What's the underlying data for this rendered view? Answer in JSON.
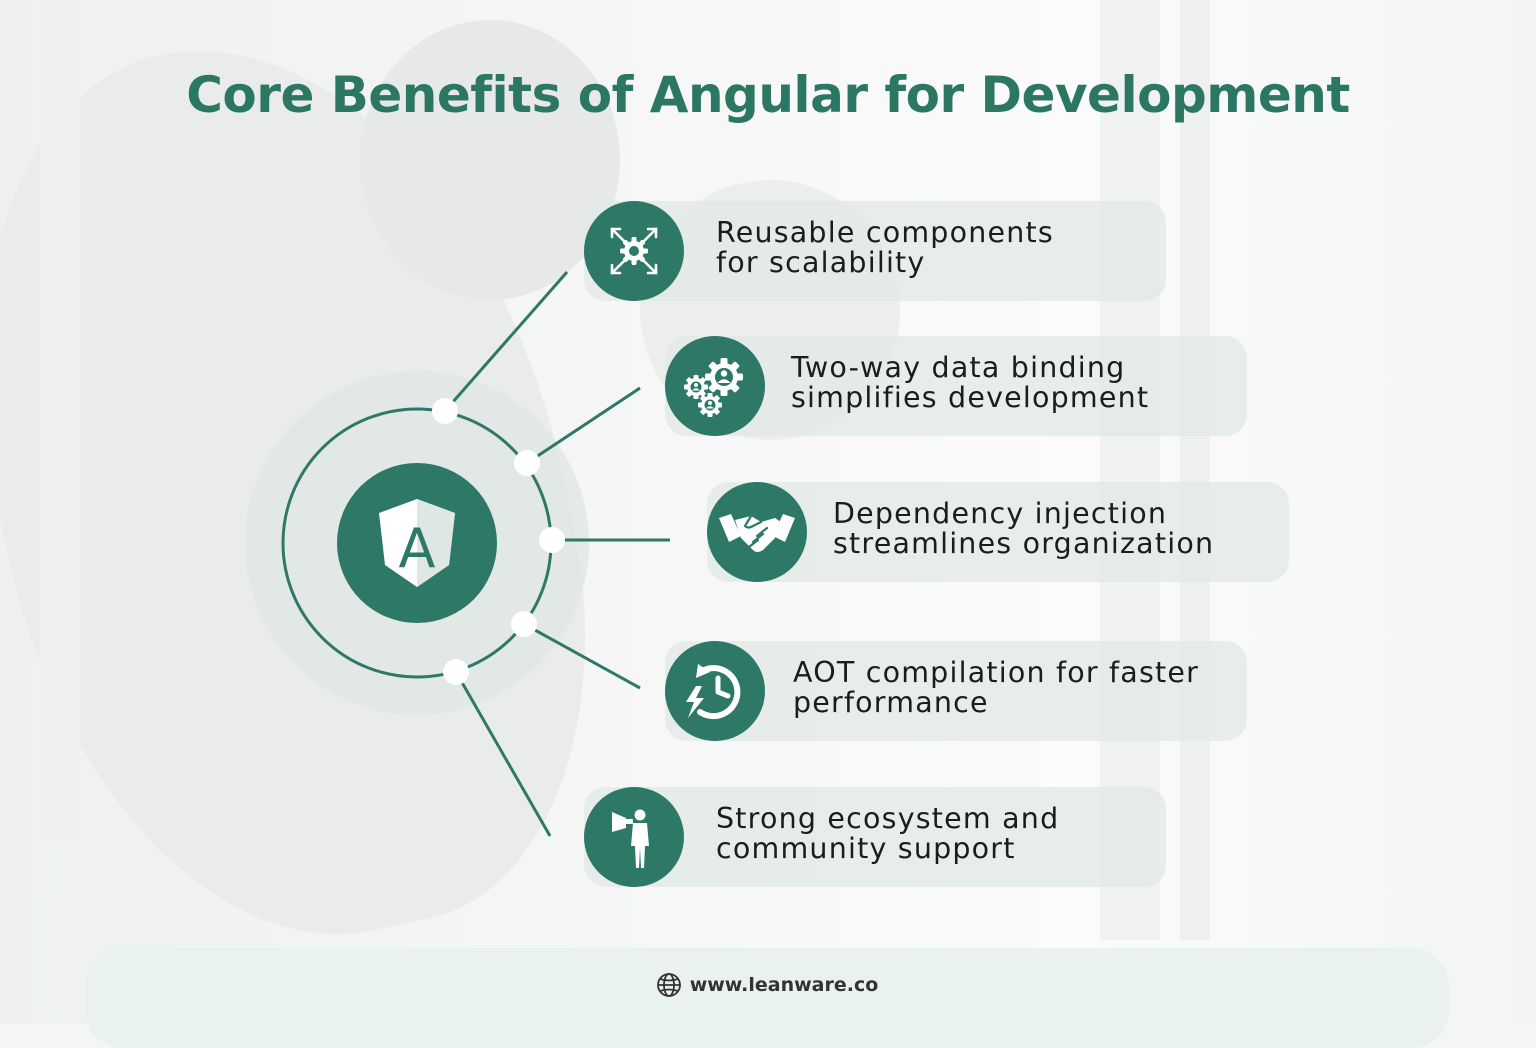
{
  "title": "Core Benefits of Angular for Development",
  "hub": {
    "icon": "angular-logo-icon",
    "letter": "A"
  },
  "benefits": [
    {
      "line1": "Reusable components",
      "line2": "for scalability",
      "icon": "expand-gear-icon"
    },
    {
      "line1": "Two-way data binding",
      "line2": "simplifies development",
      "icon": "gears-people-icon"
    },
    {
      "line1": "Dependency injection",
      "line2": "streamlines organization",
      "icon": "handshake-icon"
    },
    {
      "line1": "AOT compilation for faster",
      "line2": "performance",
      "icon": "clock-lightning-icon"
    },
    {
      "line1": "Strong ecosystem and",
      "line2": "community support",
      "icon": "megaphone-person-icon"
    }
  ],
  "footer": {
    "url": "www.leanware.co",
    "icon": "globe-icon"
  },
  "colors": {
    "accent": "#2d7866",
    "title": "#2b7764",
    "pill": "#e2e9e6",
    "footer": "#e9f2ec"
  }
}
